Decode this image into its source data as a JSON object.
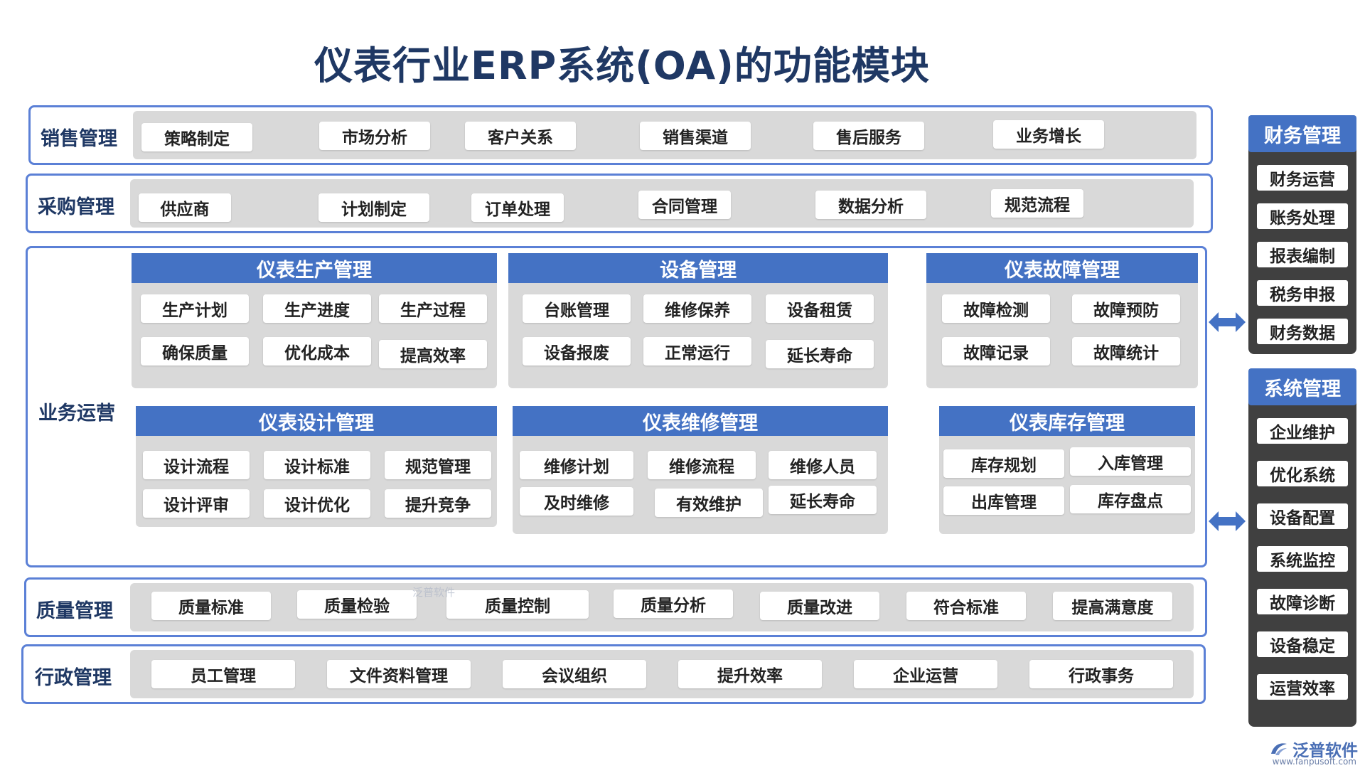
{
  "title": "仪表行业ERP系统(OA)的功能模块",
  "sales": {
    "label": "销售管理",
    "items": [
      "策略制定",
      "市场分析",
      "客户关系",
      "销售渠道",
      "售后服务",
      "业务增长"
    ]
  },
  "purchase": {
    "label": "采购管理",
    "items": [
      "供应商",
      "计划制定",
      "订单处理",
      "合同管理",
      "数据分析",
      "规范流程"
    ]
  },
  "business": {
    "label": "业务运营",
    "modules": [
      {
        "title": "仪表生产管理",
        "items": [
          "生产计划",
          "生产进度",
          "生产过程",
          "确保质量",
          "优化成本",
          "提高效率"
        ]
      },
      {
        "title": "设备管理",
        "items": [
          "台账管理",
          "维修保养",
          "设备租赁",
          "设备报废",
          "正常运行",
          "延长寿命"
        ]
      },
      {
        "title": "仪表故障管理",
        "items": [
          "故障检测",
          "故障预防",
          "故障记录",
          "故障统计"
        ]
      },
      {
        "title": "仪表设计管理",
        "items": [
          "设计流程",
          "设计标准",
          "规范管理",
          "设计评审",
          "设计优化",
          "提升竞争"
        ]
      },
      {
        "title": "仪表维修管理",
        "items": [
          "维修计划",
          "维修流程",
          "维修人员",
          "及时维修",
          "有效维护",
          "延长寿命"
        ]
      },
      {
        "title": "仪表库存管理",
        "items": [
          "库存规划",
          "入库管理",
          "出库管理",
          "库存盘点"
        ]
      }
    ]
  },
  "quality": {
    "label": "质量管理",
    "items": [
      "质量标准",
      "质量检验",
      "质量控制",
      "质量分析",
      "质量改进",
      "符合标准",
      "提高满意度"
    ]
  },
  "admin": {
    "label": "行政管理",
    "items": [
      "员工管理",
      "文件资料管理",
      "会议组织",
      "提升效率",
      "企业运营",
      "行政事务"
    ]
  },
  "finance": {
    "label": "财务管理",
    "items": [
      "财务运营",
      "账务处理",
      "报表编制",
      "税务申报",
      "财务数据"
    ]
  },
  "system": {
    "label": "系统管理",
    "items": [
      "企业维护",
      "优化系统",
      "设备配置",
      "系统监控",
      "故障诊断",
      "设备稳定",
      "运营效率"
    ]
  },
  "watermark": "泛普软件",
  "logo": {
    "name": "泛普软件",
    "url": "www.fanpusoft.com"
  },
  "colors": {
    "accent": "#4472c4",
    "border": "#5b80d6",
    "title": "#1f3864",
    "panel": "#d9d9d9",
    "side": "#404040"
  }
}
